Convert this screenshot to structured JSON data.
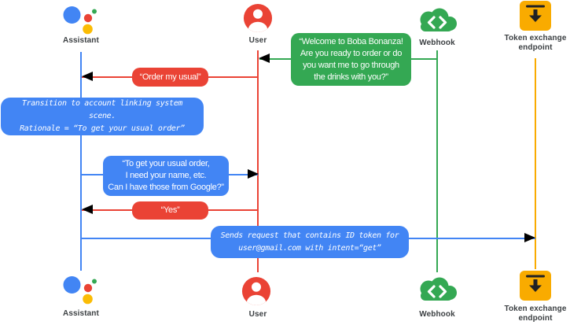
{
  "diagram": {
    "actors": {
      "assistant": {
        "label": "Assistant",
        "icon": "google-assistant-logo"
      },
      "user": {
        "label": "User",
        "icon": "person-icon"
      },
      "webhook": {
        "label": "Webhook",
        "icon": "code-cloud-icon"
      },
      "token_endpoint": {
        "label": "Token exchange\nendpoint",
        "icon": "token-download-icon"
      }
    },
    "messages": {
      "welcome": {
        "from": "webhook",
        "to": "user",
        "color": "green",
        "text": "“Welcome to Boba Bonanza!\nAre you ready to order or do\nyou want me to go through\nthe drinks with you?”"
      },
      "order_usual": {
        "from": "user",
        "to": "assistant",
        "color": "red",
        "text": "“Order my usual”"
      },
      "transition_note": {
        "on": "assistant",
        "color": "blue",
        "text": "Transition to account linking system scene.\nRationale = “To get your usual order”"
      },
      "get_usual_order": {
        "from": "assistant",
        "to": "user",
        "color": "blue",
        "text": "“To get your usual order,\nI need your name, etc.\nCan I have those from Google?”"
      },
      "yes": {
        "from": "user",
        "to": "assistant",
        "color": "red",
        "text": "“Yes”"
      },
      "sends_request": {
        "from": "assistant",
        "to": "token_endpoint",
        "color": "blue",
        "text": "Sends request that contains ID token for\nuser@gmail.com with intent=“get”"
      }
    },
    "colors": {
      "blue": "#4285F4",
      "red": "#EA4335",
      "green": "#34A853",
      "amber": "#F9AB00",
      "label_gray": "#3C4043",
      "icon_dark": "#202124"
    }
  }
}
